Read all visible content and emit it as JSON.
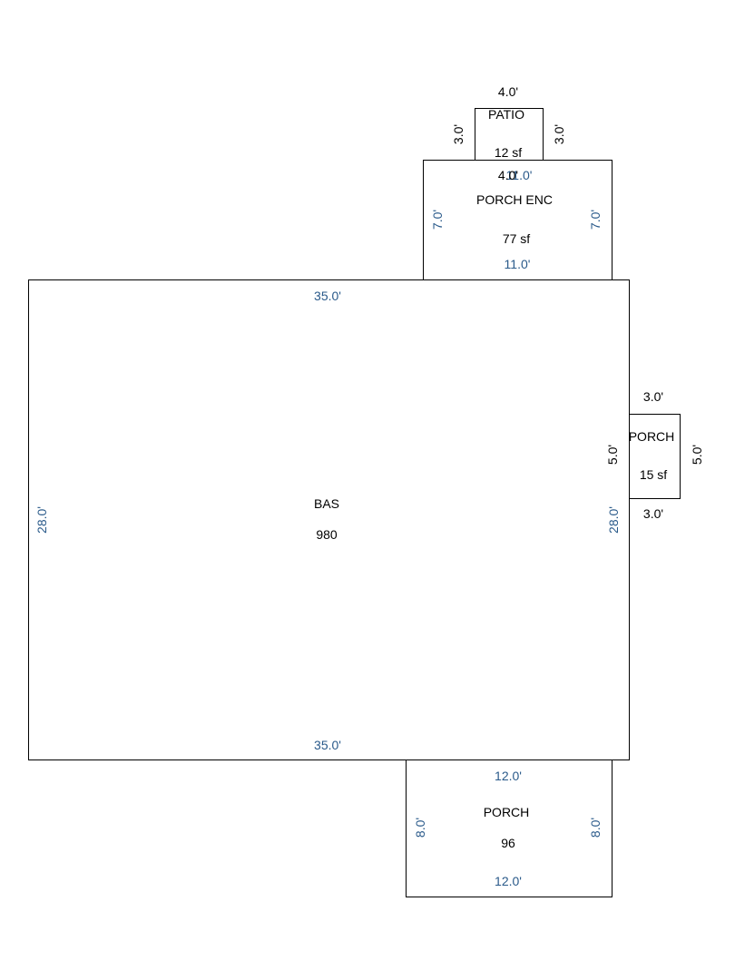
{
  "colors": {
    "dimension_blue": "#2a5a8a",
    "outline": "#000000",
    "background": "#ffffff"
  },
  "rooms": {
    "bas": {
      "name": "BAS",
      "area": "980",
      "dims": {
        "top": "35.0'",
        "bottom": "35.0'",
        "left": "28.0'",
        "right": "28.0'"
      }
    },
    "porch_enc": {
      "name": "PORCH ENC",
      "area": "77 sf",
      "dims": {
        "top": "11.0'",
        "bottom": "11.0'",
        "left": "7.0'",
        "right": "7.0'",
        "top_overlap": "4.0'"
      }
    },
    "patio": {
      "name": "PATIO",
      "area": "12 sf",
      "dims": {
        "top": "4.0'",
        "left": "3.0'",
        "right": "3.0'"
      }
    },
    "porch_side": {
      "name": "PORCH",
      "area": "15 sf",
      "dims": {
        "top": "3.0'",
        "bottom": "3.0'",
        "left": "5.0'",
        "right": "5.0'"
      }
    },
    "porch_bottom": {
      "name": "PORCH",
      "area": "96",
      "dims": {
        "top": "12.0'",
        "bottom": "12.0'",
        "left": "8.0'",
        "right": "8.0'"
      }
    }
  }
}
